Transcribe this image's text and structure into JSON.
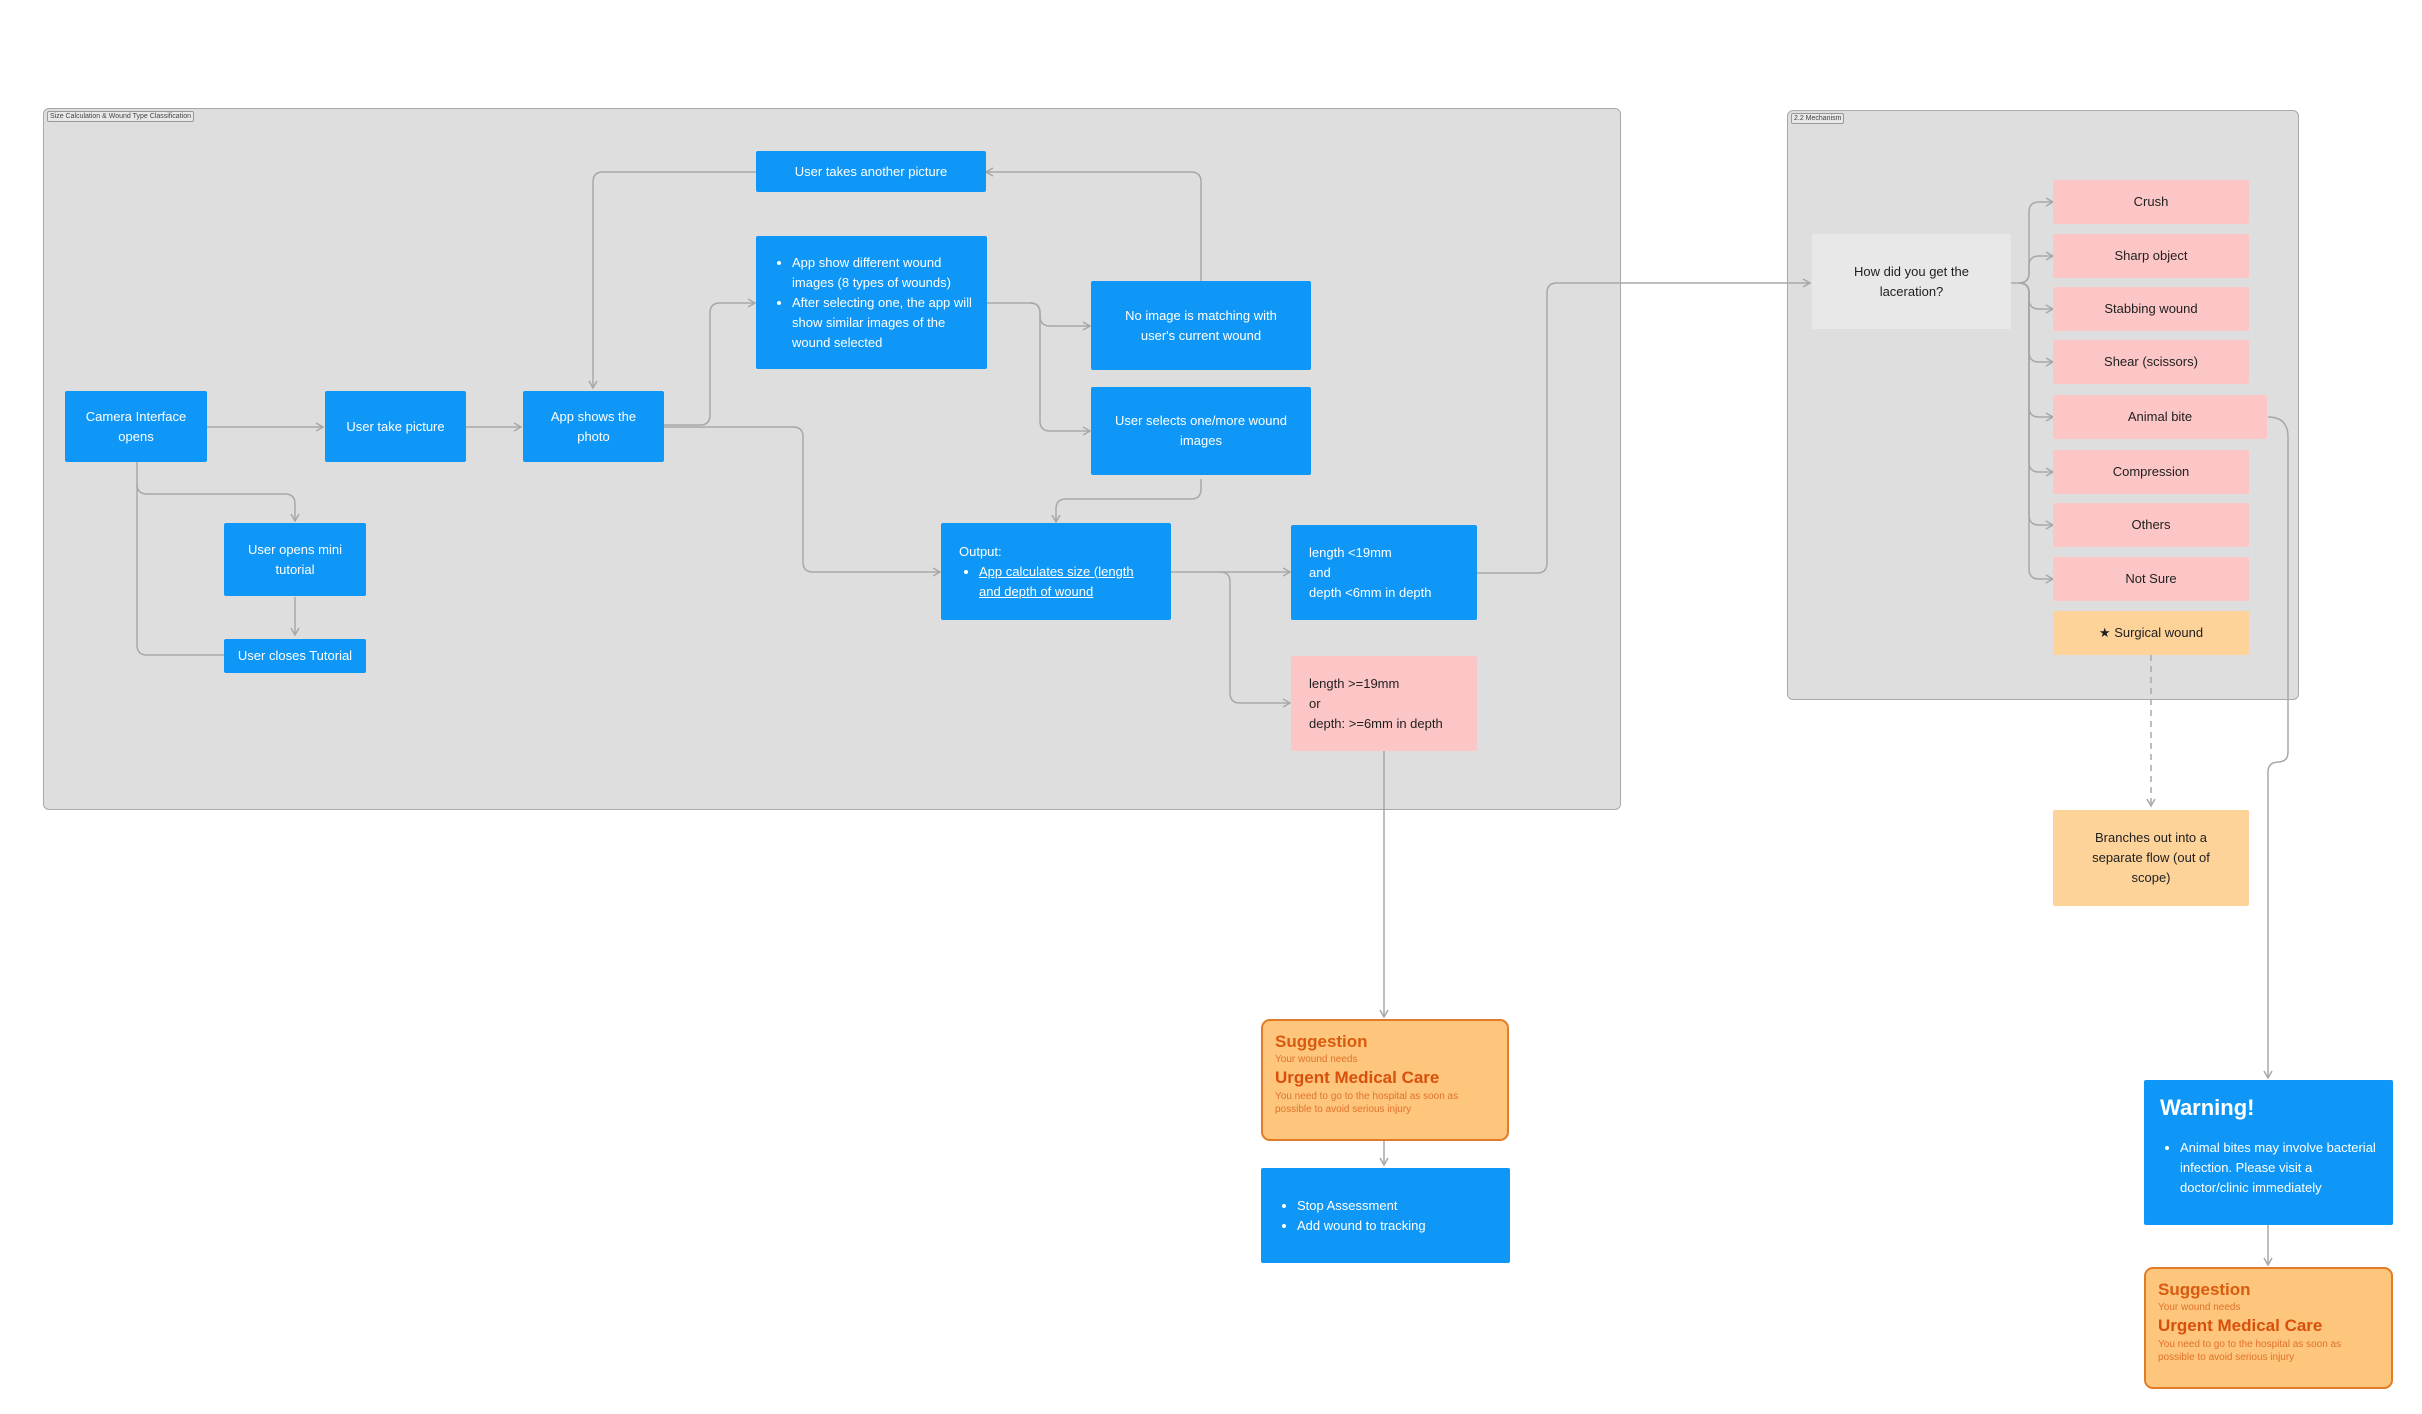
{
  "sections": {
    "size_calc": "Size Calculation & Wound Type Classification",
    "mechanism": "2.2 Mechanism"
  },
  "nodes": {
    "camera": "Camera Interface opens",
    "take_picture": "User take picture",
    "shows_photo": "App shows the photo",
    "another_picture": "User takes another picture",
    "show_images": [
      "App show different wound images (8 types of wounds)",
      "After selecting one, the app will show similar images of the wound selected"
    ],
    "no_match": "No image is matching with user's current wound",
    "selects": "User selects one/more wound images",
    "mini_tutorial": "User opens mini tutorial",
    "close_tutorial": "User closes Tutorial",
    "output_title": "Output:",
    "output_item": "App calculates size (length and depth of wound",
    "small_wound": [
      "length <19mm",
      "and",
      "depth <6mm in depth"
    ],
    "large_wound": [
      "length >=19mm",
      "or",
      "depth: >=6mm in depth"
    ],
    "question": "How did you get the laceration?",
    "options": [
      "Crush",
      "Sharp object",
      "Stabbing wound",
      "Shear (scissors)",
      "Animal bite",
      "Compression",
      "Others",
      "Not Sure"
    ],
    "surgical": "★ Surgical wound",
    "branches": "Branches out into a separate flow (out of scope)",
    "stop_items": [
      "Stop Assessment",
      "Add wound to tracking"
    ]
  },
  "suggestion": {
    "title": "Suggestion",
    "pre": "Your wound needs",
    "headline": "Urgent Medical Care",
    "body": "You need to go to the hospital as soon as possible to avoid serious injury"
  },
  "warning": {
    "title": "Warning!",
    "body": "Animal bites may involve bacterial infection. Please visit a doctor/clinic immediately"
  },
  "colors": {
    "blue": "#0f97f7",
    "pink": "#fdc6c6",
    "peach": "#fdd39a",
    "suggestion_fill": "#fec57c",
    "suggestion_border": "#e17d26",
    "connector": "#a8a8a8"
  }
}
